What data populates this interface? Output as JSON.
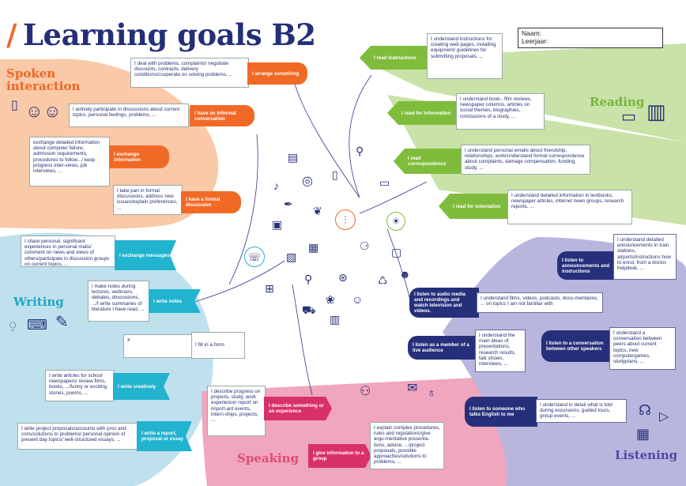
{
  "title": "Learning goals B2",
  "header_fields": {
    "name_label": "Naam:",
    "year_label": "Leerjaar:"
  },
  "colors": {
    "spoken": "#f06a26",
    "reading": "#7fbc3b",
    "writing": "#22b3cf",
    "speaking": "#d8306a",
    "listening": "#5a57a8",
    "ink": "#252e78"
  },
  "sections": {
    "spoken": "Spoken\ninteraction",
    "reading": "Reading",
    "writing": "Writing",
    "speaking": "Speaking",
    "listening": "Listening"
  },
  "spoken": [
    {
      "tag": "I arrange something",
      "text": "I deal with problems, complaints/ negotiate discounts, contracts, delivery conditions/cooperate on solving problems, ..."
    },
    {
      "tag": "I have an informal conversation",
      "text": "I actively participate in discussions about current topics, personal feelings, problems, ..."
    },
    {
      "tag": "I exchange information",
      "text": "exchange detailed information about computer failure, admission requirements, procedures to follow.../ keep progress inter-views, job interviews, ..."
    },
    {
      "tag": "I have a formal discussion",
      "text": "I take part in formal discussions, address new issues/explain preferences, ..."
    }
  ],
  "reading": [
    {
      "tag": "I read instructions",
      "text": "I understand instructions for creating web pages, installing equipment/ guidelines for submitting proposals, ..."
    },
    {
      "tag": "I read for information",
      "text": "I understand book-, film reviews, newspaper columns, articles on social themes, biographies, conclusions of a study, ..."
    },
    {
      "tag": "I read correspondence",
      "text": "I understand personal emails about friendship, relationships, work/understand formal correspondence about complaints, damage compensation, funding, study, ..."
    },
    {
      "tag": "I read for orientation",
      "text": "I understand detailed information in textbooks, newspaper articles, internet news groups, research reports, ..."
    }
  ],
  "writing": [
    {
      "tag": "I exchange messages",
      "text": "I share personal, significant experiences in personal mails/ comment on news and views of others/participate in discussion groups on current topics, ..."
    },
    {
      "tag": "I write notes",
      "text": "I make notes during lectures, webinars, debates, discussions, .../I write summaries of literature I have read, ..."
    },
    {
      "tag": "I fill in a form",
      "text": "x"
    },
    {
      "tag": "I write creatively",
      "text": "I write articles for school newspapers/ review films, books, .../funny or exciting stories, poems, ..."
    },
    {
      "tag": "I write a report, proposal or essay",
      "text": "I write project proposals/accounts with pros and cons/solutions to problems/ personal opinion of present day topics/ well-structured essays, ..."
    }
  ],
  "speaking": [
    {
      "tag": "I describe something or an experience",
      "text": "I describe progress on projects, study, work experience/ report on import-ant events, intern-ships, projects, ..."
    },
    {
      "tag": "I give information to a group",
      "text": "I explain complex procedures, rules and regulations/give argu-mentative presenta-tions, advice, .../project proposals, possible approaches/solutions to problems, ..."
    }
  ],
  "listening": [
    {
      "tag": "I listen to announcements and instructions",
      "text": "I understand detailed announcements in train stations, airports/instructions how to enrol, from a doctor, helpdesk, ..."
    },
    {
      "tag": "I listen to audio media and recordings and watch television and videos.",
      "text": "I understand films, videos, podcasts, docu-mentaries, ... on topics I am not familiar with"
    },
    {
      "tag": "I listen as a member of a live audience",
      "text": "I understand the main ideas of presentations, research results, talk shows, interviews, ..."
    },
    {
      "tag": "I listen to a conversation between other speakers",
      "text": "I understand a conversation between peers about current topics, new computergames, studyplans, ..."
    },
    {
      "tag": "I listen to someone who talks English to me",
      "text": "I understand in detail what is told during excursions, guided tours, group events, ..."
    }
  ],
  "icons": [
    "people-icon",
    "phone-icon",
    "laptop-icon",
    "book-icon",
    "mouse-icon",
    "keyboard-icon",
    "document-icon",
    "presentation-icon",
    "microphone-icon",
    "speech-icon",
    "headphones-icon",
    "radio-icon",
    "video-icon",
    "target-icon",
    "chart-icon",
    "lightbulb-icon"
  ]
}
